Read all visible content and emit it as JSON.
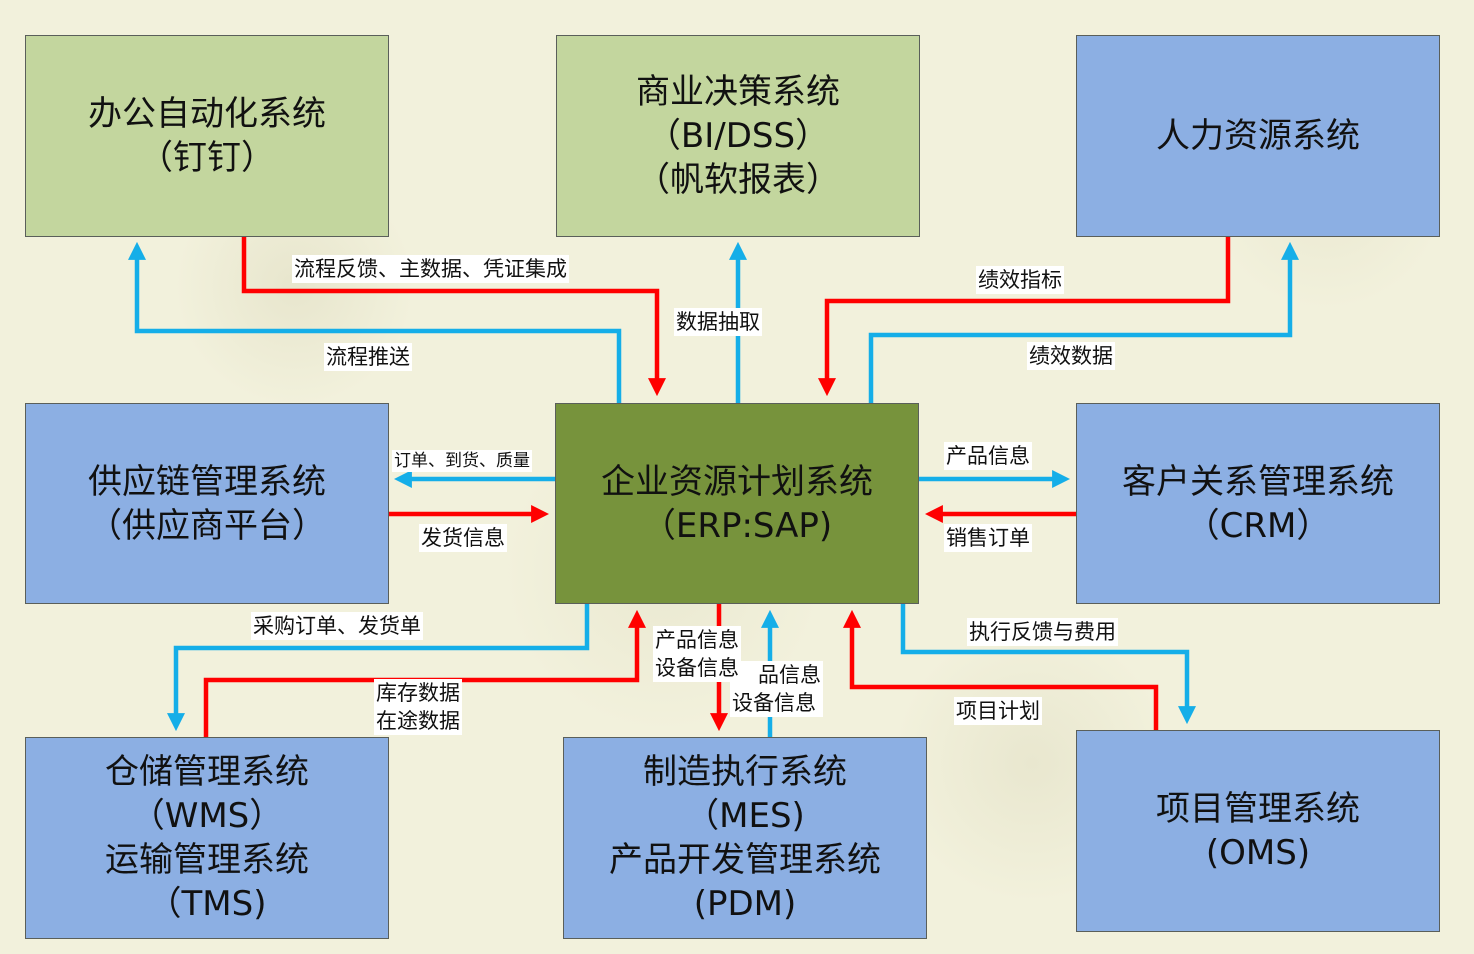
{
  "colors": {
    "red_flow": "#ff0000",
    "blue_flow": "#15aee8",
    "green_box": "#c3d69e",
    "blue_box": "#8cafe3",
    "erp_box": "#77933c"
  },
  "systems": {
    "oa": {
      "lines": [
        "办公自动化系统",
        "（钉钉）"
      ]
    },
    "bi": {
      "lines": [
        "商业决策系统",
        "（BI/DSS）",
        "（帆软报表）"
      ]
    },
    "hr": {
      "lines": [
        "人力资源系统"
      ]
    },
    "scm": {
      "lines": [
        "供应链管理系统",
        "（供应商平台）"
      ]
    },
    "erp": {
      "lines": [
        "企业资源计划系统",
        "（ERP:SAP)"
      ]
    },
    "crm": {
      "lines": [
        "客户关系管理系统",
        "（CRM）"
      ]
    },
    "wms": {
      "lines": [
        "仓储管理系统",
        "（WMS）",
        "运输管理系统",
        "（TMS)"
      ]
    },
    "mes": {
      "lines": [
        "制造执行系统",
        "（MES)",
        "产品开发管理系统",
        "(PDM)"
      ]
    },
    "oms": {
      "lines": [
        "项目管理系统",
        "(OMS)"
      ]
    }
  },
  "flows": {
    "oa_to_erp": {
      "label": "流程反馈、主数据、凭证集成",
      "color": "red",
      "from": "oa",
      "to": "erp"
    },
    "erp_to_oa": {
      "label": "流程推送",
      "color": "blue",
      "from": "erp",
      "to": "oa"
    },
    "erp_to_bi": {
      "label": "数据抽取",
      "color": "blue",
      "from": "erp",
      "to": "bi"
    },
    "hr_to_erp": {
      "label": "绩效指标",
      "color": "red",
      "from": "hr",
      "to": "erp"
    },
    "erp_to_hr": {
      "label": "绩效数据",
      "color": "blue",
      "from": "erp",
      "to": "hr"
    },
    "erp_to_scm": {
      "label": "订单、到货、质量",
      "color": "blue",
      "from": "erp",
      "to": "scm"
    },
    "scm_to_erp": {
      "label": "发货信息",
      "color": "red",
      "from": "scm",
      "to": "erp"
    },
    "erp_to_crm": {
      "label": "产品信息",
      "color": "blue",
      "from": "erp",
      "to": "crm"
    },
    "crm_to_erp": {
      "label": "销售订单",
      "color": "red",
      "from": "crm",
      "to": "erp"
    },
    "erp_to_wms": {
      "label": "采购订单、发货单",
      "color": "blue",
      "from": "erp",
      "to": "wms"
    },
    "wms_to_erp": {
      "lines": [
        "库存数据",
        "在途数据"
      ],
      "color": "red",
      "from": "wms",
      "to": "erp"
    },
    "erp_to_mes": {
      "lines": [
        "产品信息",
        "设备信息"
      ],
      "color": "red",
      "from": "erp",
      "to": "mes"
    },
    "mes_to_erp": {
      "lines": [
        "品信息",
        "设备信息"
      ],
      "color": "blue",
      "from": "mes",
      "to": "erp"
    },
    "erp_to_oms": {
      "label": "执行反馈与费用",
      "color": "blue",
      "from": "erp",
      "to": "oms"
    },
    "oms_to_erp": {
      "label": "项目计划",
      "color": "red",
      "from": "oms",
      "to": "erp"
    }
  }
}
